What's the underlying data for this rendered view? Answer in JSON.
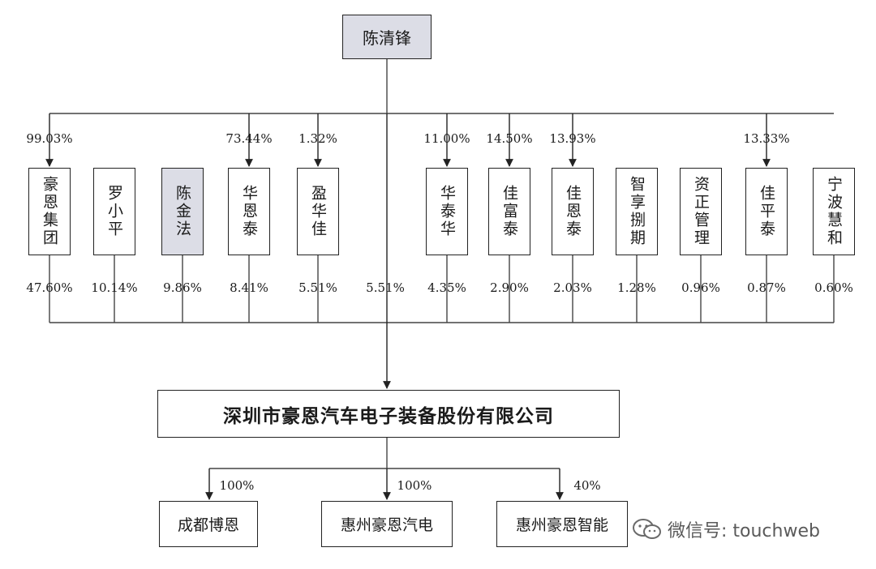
{
  "root": {
    "name": "陈清锋"
  },
  "shareholders": [
    {
      "name": "豪恩集团",
      "top_pct": "99.03%",
      "bottom_pct": "47.60%",
      "shaded": false,
      "has_box": true
    },
    {
      "name": "罗小平",
      "top_pct": "",
      "bottom_pct": "10.14%",
      "shaded": false,
      "has_box": true
    },
    {
      "name": "陈金法",
      "top_pct": "",
      "bottom_pct": "9.86%",
      "shaded": true,
      "has_box": true
    },
    {
      "name": "华恩泰",
      "top_pct": "73.44%",
      "bottom_pct": "8.41%",
      "shaded": false,
      "has_box": true
    },
    {
      "name": "盈华佳",
      "top_pct": "1.32%",
      "bottom_pct": "5.51%",
      "shaded": false,
      "has_box": true
    },
    {
      "name": "",
      "top_pct": "",
      "bottom_pct": "5.51%",
      "shaded": false,
      "has_box": false
    },
    {
      "name": "华泰华",
      "top_pct": "11.00%",
      "bottom_pct": "4.35%",
      "shaded": false,
      "has_box": true
    },
    {
      "name": "佳富泰",
      "top_pct": "14.50%",
      "bottom_pct": "2.90%",
      "shaded": false,
      "has_box": true
    },
    {
      "name": "佳恩泰",
      "top_pct": "13.93%",
      "bottom_pct": "2.03%",
      "shaded": false,
      "has_box": true
    },
    {
      "name": "智享捌期",
      "top_pct": "",
      "bottom_pct": "1.28%",
      "shaded": false,
      "has_box": true
    },
    {
      "name": "资正管理",
      "top_pct": "",
      "bottom_pct": "0.96%",
      "shaded": false,
      "has_box": true
    },
    {
      "name": "佳平泰",
      "top_pct": "13.33%",
      "bottom_pct": "0.87%",
      "shaded": false,
      "has_box": true
    },
    {
      "name": "宁波慧和",
      "top_pct": "",
      "bottom_pct": "0.60%",
      "shaded": false,
      "has_box": true
    }
  ],
  "company": {
    "name": "深圳市豪恩汽车电子装备股份有限公司"
  },
  "subsidiaries": [
    {
      "name": "成都博恩",
      "pct": "100%"
    },
    {
      "name": "惠州豪恩汽电",
      "pct": "100%"
    },
    {
      "name": "惠州豪恩智能",
      "pct": "40%"
    }
  ],
  "watermark": {
    "text": "微信号: touchweb",
    "icon": "wechat-icon"
  }
}
